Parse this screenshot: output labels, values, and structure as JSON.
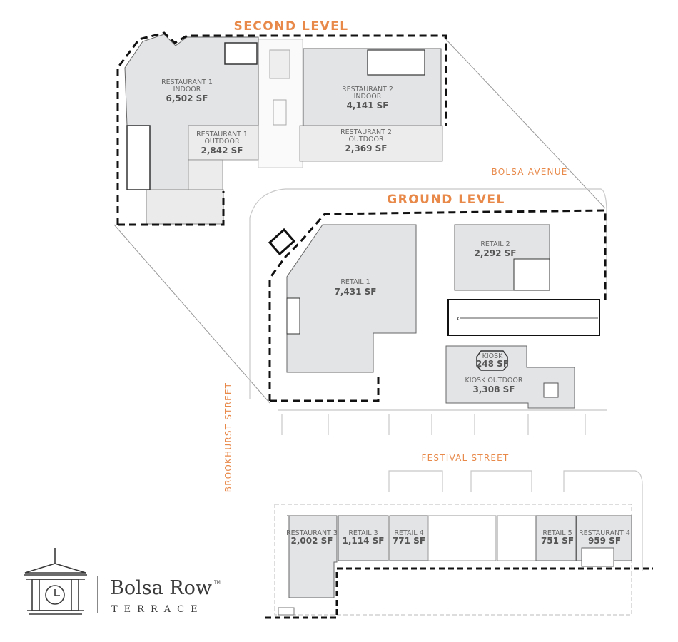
{
  "levels": {
    "second": "SECOND LEVEL",
    "ground": "GROUND LEVEL"
  },
  "streets": {
    "bolsa": "BOLSA AVENUE",
    "festival": "FESTIVAL STREET",
    "brookhurst": "BROOKHURST STREET"
  },
  "spaces": {
    "restaurant1_indoor": {
      "name1": "RESTAURANT 1",
      "name2": "INDOOR",
      "area": "6,502 SF"
    },
    "restaurant1_outdoor": {
      "name1": "RESTAURANT 1",
      "name2": "OUTDOOR",
      "area": "2,842 SF"
    },
    "restaurant2_indoor": {
      "name1": "RESTAURANT 2",
      "name2": "INDOOR",
      "area": "4,141 SF"
    },
    "restaurant2_outdoor": {
      "name1": "RESTAURANT 2",
      "name2": "OUTDOOR",
      "area": "2,369 SF"
    },
    "retail1": {
      "name": "RETAIL 1",
      "area": "7,431 SF"
    },
    "retail2": {
      "name": "RETAIL 2",
      "area": "2,292 SF"
    },
    "kiosk": {
      "name": "KIOSK",
      "area": "248 SF"
    },
    "kiosk_outdoor": {
      "name": "KIOSK OUTDOOR",
      "area": "3,308 SF"
    },
    "restaurant3": {
      "name": "RESTAURANT 3",
      "area": "2,002 SF"
    },
    "retail3": {
      "name": "RETAIL 3",
      "area": "1,114 SF"
    },
    "retail4": {
      "name": "RETAIL 4",
      "area": "771 SF"
    },
    "retail5": {
      "name": "RETAIL 5",
      "area": "751 SF"
    },
    "restaurant4": {
      "name": "RESTAURANT 4",
      "area": "959 SF"
    }
  },
  "logo": {
    "title": "Bolsa Row",
    "tm": "TM",
    "subtitle": "TERRACE"
  },
  "colors": {
    "accent": "#E8894A",
    "room_fill": "#E3E4E6"
  }
}
